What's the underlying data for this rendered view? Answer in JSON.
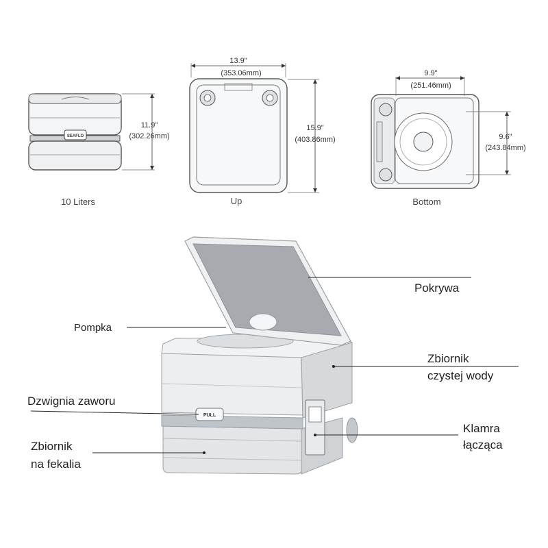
{
  "views": {
    "side": {
      "caption": "10 Liters",
      "height_in": "11.9\"",
      "height_mm": "(302.26mm)",
      "brand": "SEAFLO"
    },
    "up": {
      "caption": "Up",
      "width_in": "13.9\"",
      "width_mm": "(353.06mm)",
      "depth_in": "15.9\"",
      "depth_mm": "(403.86mm)"
    },
    "bottom": {
      "caption": "Bottom",
      "width_in": "9.9\"",
      "width_mm": "(251.46mm)",
      "height_in": "9.6\"",
      "height_mm": "(243.84mm)"
    }
  },
  "callouts": {
    "lid": "Pokrywa",
    "pump": "Pompka",
    "fresh_tank_1": "Zbiornik",
    "fresh_tank_2": "czystej wody",
    "valve": "Dzwignia zaworu",
    "waste_tank_1": "Zbiornik",
    "waste_tank_2": "na fekalia",
    "clamp_1": "Klamra",
    "clamp_2": "łącząca"
  },
  "labels": {
    "pull": "PULL"
  },
  "colors": {
    "body": "#e6e8ea",
    "body_dark": "#c9cdd1",
    "lid_inner": "#a9adb1",
    "outline": "#555555",
    "line": "#222222"
  }
}
